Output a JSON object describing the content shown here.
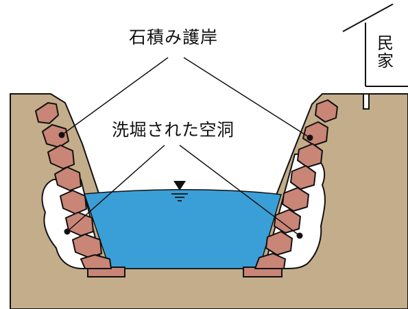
{
  "labels": {
    "stone_wall_revetment": "石積み護岸",
    "scoured_cavity": "洗堀された空洞",
    "house": "民\n家"
  },
  "colors": {
    "soil": "#c4ad8a",
    "water": "#3a9fd6",
    "stone": "#c98576",
    "outline": "#111111",
    "cavity": "#ffffff",
    "background": "#ffffff"
  },
  "icons": {
    "water_level": "inverted-triangle-water-level-icon"
  }
}
